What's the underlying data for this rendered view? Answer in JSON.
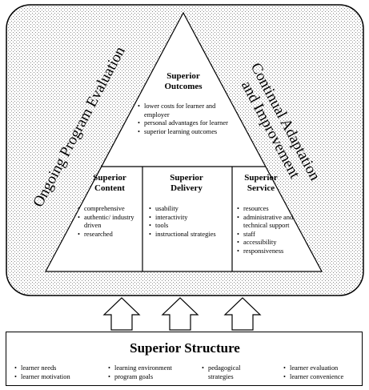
{
  "side_labels": {
    "left": "Ongoing Program Evaluation",
    "right_line1": "Continual Adaptation",
    "right_line2": "and Improvement"
  },
  "apex": {
    "title_line1": "Superior",
    "title_line2": "Outcomes",
    "items": [
      "lower costs for learner and employer",
      "personal advantages for learner",
      "superior learning outcomes"
    ]
  },
  "content": {
    "title_line1": "Superior",
    "title_line2": "Content",
    "items": [
      "comprehensive",
      "authentic/ industry driven",
      "researched"
    ]
  },
  "delivery": {
    "title_line1": "Superior",
    "title_line2": "Delivery",
    "items": [
      "usability",
      "interactivity",
      "tools",
      "instructional strategies"
    ]
  },
  "service": {
    "title_line1": "Superior",
    "title_line2": "Service",
    "items": [
      "resources",
      "administrative and technical support",
      "staff",
      "accessibility",
      "responsiveness"
    ]
  },
  "structure": {
    "title": "Superior Structure",
    "col1": [
      "learner needs",
      "learner motivation"
    ],
    "col2": [
      "learning environment",
      "program goals"
    ],
    "col3": [
      "pedagogical strategies"
    ],
    "col4": [
      "learner evaluation",
      "learner convenience"
    ]
  }
}
